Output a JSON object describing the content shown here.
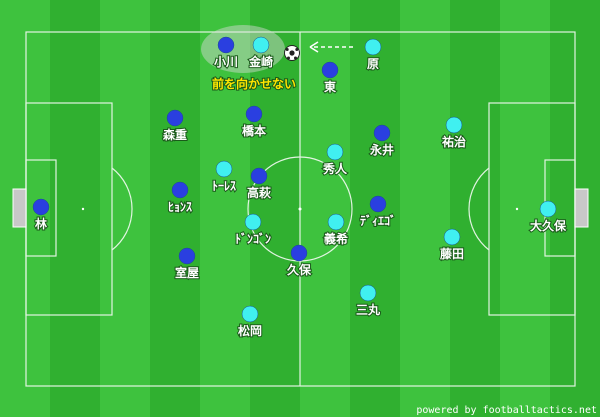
{
  "colors": {
    "grass_light": "#3ec23e",
    "grass_dark": "#30b030",
    "line": "#ffffff",
    "team_a": "#2a3fe0",
    "team_b": "#40f0f0",
    "highlight": "#d8d8d8",
    "annotation": "#ffe600"
  },
  "annotation": "前を向かせない",
  "credit": "powered by footballtactics.net",
  "ball_icon": "soccer-ball-icon",
  "players": [
    {
      "name": "小川",
      "team": "a"
    },
    {
      "name": "金崎",
      "team": "b"
    },
    {
      "name": "原",
      "team": "b"
    },
    {
      "name": "東",
      "team": "a"
    },
    {
      "name": "森重",
      "team": "a"
    },
    {
      "name": "橋本",
      "team": "a"
    },
    {
      "name": "永井",
      "team": "a"
    },
    {
      "name": "祐治",
      "team": "b"
    },
    {
      "name": "秀人",
      "team": "b"
    },
    {
      "name": "ﾄｰﾚｽ",
      "team": "b"
    },
    {
      "name": "高萩",
      "team": "a"
    },
    {
      "name": "ﾋｮﾝｽ",
      "team": "a"
    },
    {
      "name": "林",
      "team": "a"
    },
    {
      "name": "ﾄﾞﾝｺﾞﾝ",
      "team": "b"
    },
    {
      "name": "義希",
      "team": "b"
    },
    {
      "name": "ﾃﾞｨｴｺﾞ",
      "team": "a"
    },
    {
      "name": "大久保",
      "team": "b"
    },
    {
      "name": "室屋",
      "team": "a"
    },
    {
      "name": "久保",
      "team": "a"
    },
    {
      "name": "藤田",
      "team": "b"
    },
    {
      "name": "三丸",
      "team": "b"
    },
    {
      "name": "松岡",
      "team": "b"
    }
  ]
}
